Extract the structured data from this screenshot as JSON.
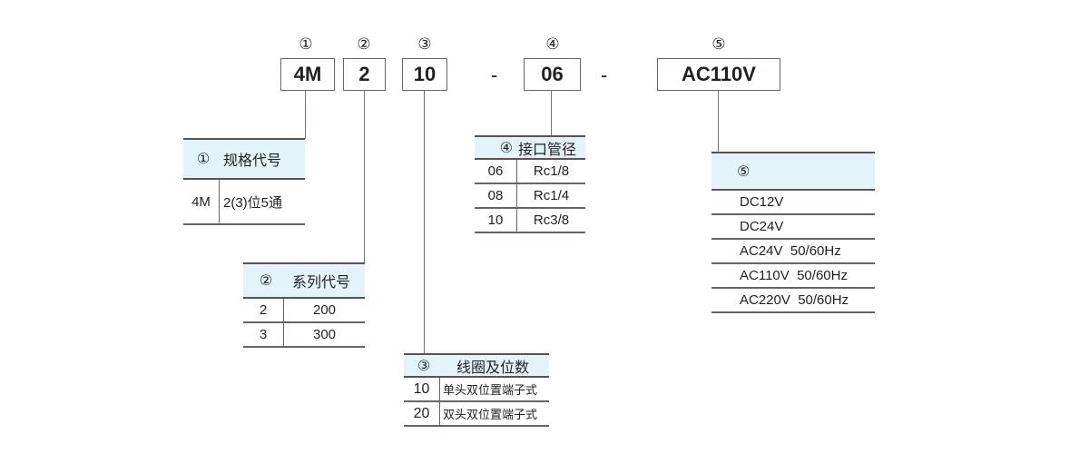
{
  "code": {
    "markers": [
      "①",
      "②",
      "③",
      "④",
      "⑤"
    ],
    "segments": [
      "4M",
      "2",
      "10",
      "06",
      "AC110V"
    ],
    "separator": "-"
  },
  "tables": {
    "t1": {
      "marker": "①",
      "title": "规格代号",
      "rows": [
        {
          "code": "4M",
          "desc": "2(3)位5通"
        }
      ]
    },
    "t2": {
      "marker": "②",
      "title": "系列代号",
      "rows": [
        {
          "code": "2",
          "desc": "200"
        },
        {
          "code": "3",
          "desc": "300"
        }
      ]
    },
    "t3": {
      "marker": "③",
      "title": "线圈及位数",
      "rows": [
        {
          "code": "10",
          "desc": "单头双位置端子式"
        },
        {
          "code": "20",
          "desc": "双头双位置端子式"
        }
      ]
    },
    "t4": {
      "marker": "④",
      "title": "接口管径",
      "rows": [
        {
          "code": "06",
          "desc": "Rc1/8"
        },
        {
          "code": "08",
          "desc": "Rc1/4"
        },
        {
          "code": "10",
          "desc": "Rc3/8"
        }
      ]
    },
    "t5": {
      "marker": "⑤",
      "title": "",
      "rows": [
        "DC12V",
        "DC24V",
        "AC24V  50/60Hz",
        "AC110V  50/60Hz",
        "AC220V  50/60Hz"
      ]
    }
  },
  "colors": {
    "header_bg": "#e3f3fa",
    "line": "#6d6466",
    "text": "#231f20"
  }
}
